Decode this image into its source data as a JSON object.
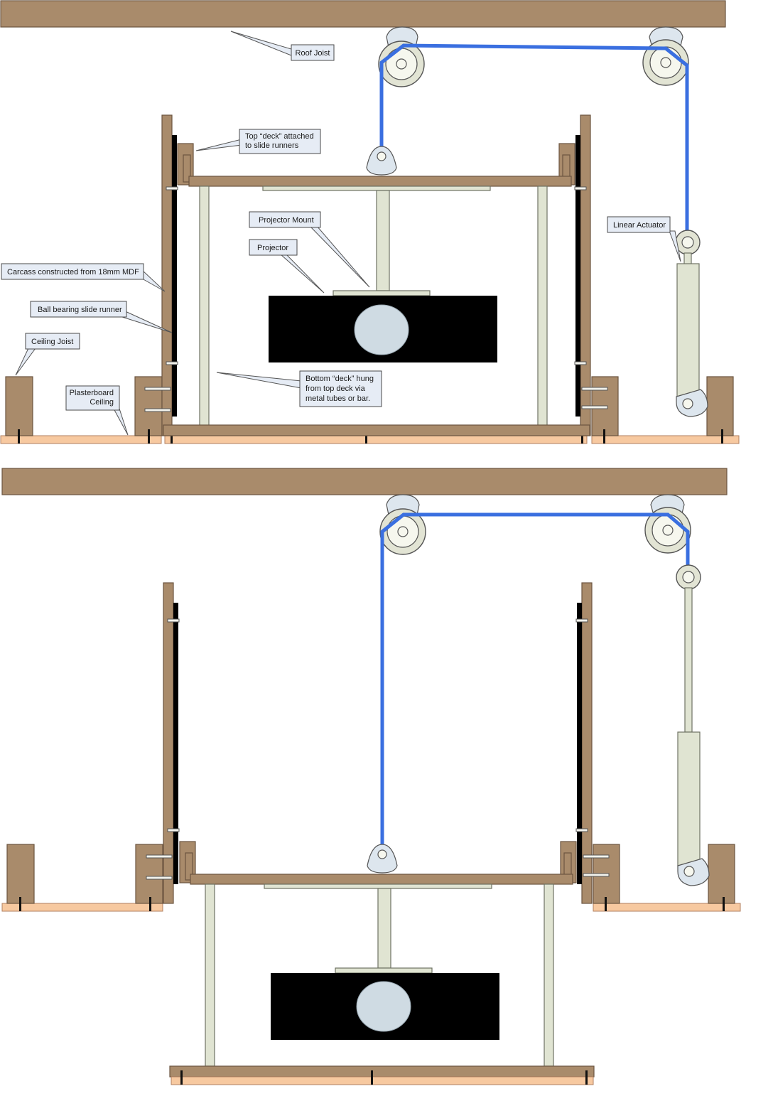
{
  "labels": {
    "roof_joist": "Roof Joist",
    "top_deck_line1": "Top “deck” attached",
    "top_deck_line2": "to slide runners",
    "projector_mount": "Projector Mount",
    "projector": "Projector",
    "linear_actuator": "Linear Actuator",
    "carcass": "Carcass constructed from 18mm MDF",
    "slide_runner": "Ball bearing slide runner",
    "ceiling_joist": "Ceiling Joist",
    "plasterboard_line1": "Plasterboard",
    "plasterboard_line2": "Ceiling",
    "bottom_deck_line1": "Bottom “deck” hung",
    "bottom_deck_line2": "from top deck via",
    "bottom_deck_line3": "metal tubes or bar."
  },
  "colors": {
    "wood": "#a98b6b",
    "plasterboard": "#f7c9a0",
    "cable": "#3a6fe0",
    "tube": "#e0e4d2",
    "callout": "#e6ecf5",
    "projector_body": "#000000",
    "lens": "#cfdbe3"
  }
}
